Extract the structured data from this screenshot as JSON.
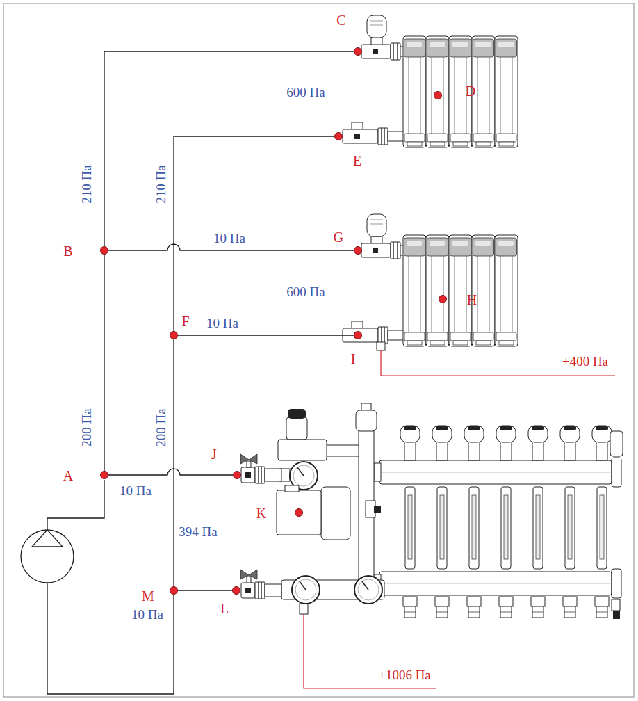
{
  "diagram": {
    "nodes": [
      {
        "text": [
          "A"
        ]
      },
      {
        "text": [
          "B"
        ]
      },
      {
        "text": [
          "C"
        ]
      },
      {
        "text": [
          "D"
        ]
      },
      {
        "text": [
          "E"
        ]
      },
      {
        "text": [
          "F"
        ]
      },
      {
        "text": [
          "G"
        ]
      },
      {
        "text": [
          "H"
        ]
      },
      {
        "text": [
          "I"
        ]
      },
      {
        "text": [
          "J"
        ]
      },
      {
        "text": [
          "K"
        ]
      },
      {
        "text": [
          "L"
        ]
      },
      {
        "text": [
          "M"
        ]
      }
    ],
    "edges": [
      {
        "from": 0,
        "to": 1,
        "arrow": "none",
        "label": "200 Па"
      },
      {
        "from": 1,
        "to": 2,
        "arrow": "none",
        "label": "210 Па"
      },
      {
        "from": 1,
        "to": 6,
        "arrow": "none",
        "label": "10 Па"
      },
      {
        "from": 4,
        "to": 5,
        "arrow": "none",
        "label": "210 Па"
      },
      {
        "from": 5,
        "to": 8,
        "arrow": "none",
        "label": "10 Па"
      },
      {
        "from": 5,
        "to": 12,
        "arrow": "none",
        "label": "200 Па"
      },
      {
        "from": 0,
        "to": 9,
        "arrow": "none",
        "label": "10 Па"
      },
      {
        "from": 12,
        "to": 11,
        "arrow": "none"
      }
    ],
    "labels": [
      "600 Па",
      "600 Па",
      "+400 Па",
      "394 Па",
      "10 Па",
      "+1006 Па"
    ]
  }
}
